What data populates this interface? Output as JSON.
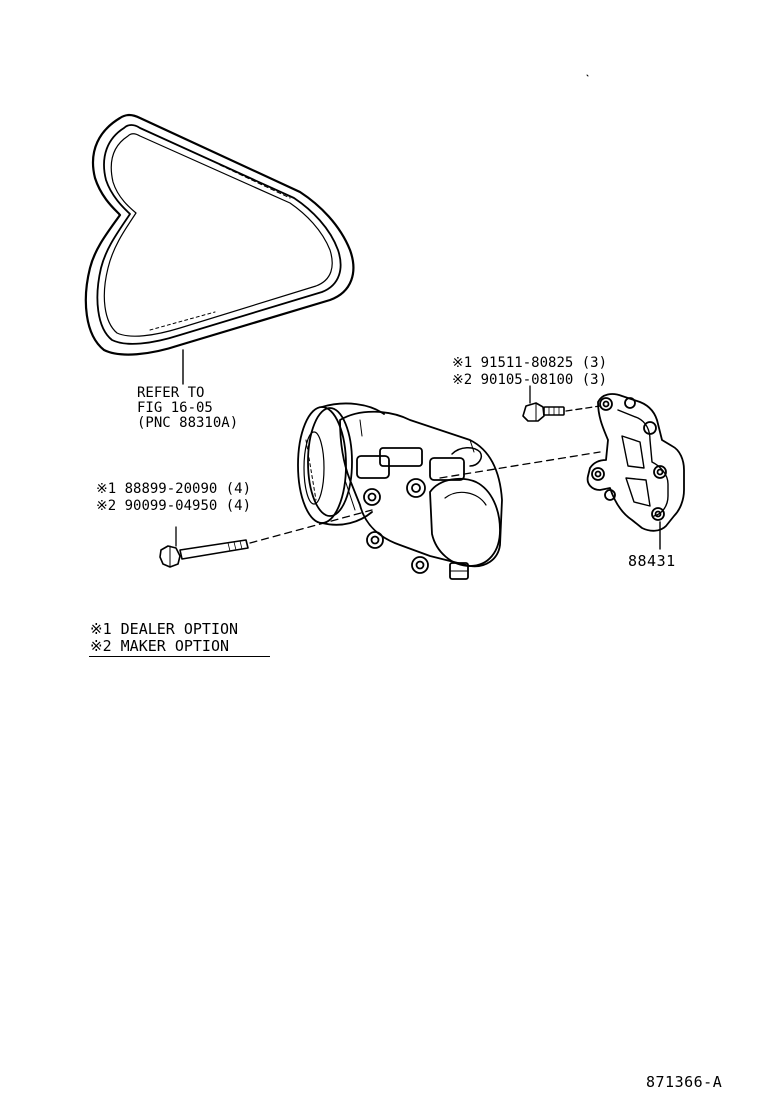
{
  "belt": {
    "refer_line1": "REFER TO",
    "refer_line2": "FIG 16-05",
    "refer_line3": "(PNC 88310A)"
  },
  "bracket_bolts": {
    "line1": "※1 91511-80825 (3)",
    "line2": "※2 90105-08100 (3)"
  },
  "long_bolts": {
    "line1": "※1 88899-20090 (4)",
    "line2": "※2 90099-04950 (4)"
  },
  "bracket": {
    "part_number": "88431"
  },
  "legend": {
    "item1": "※1 DEALER OPTION",
    "item2": "※2 MAKER OPTION"
  },
  "illustration_id": "871366-A"
}
